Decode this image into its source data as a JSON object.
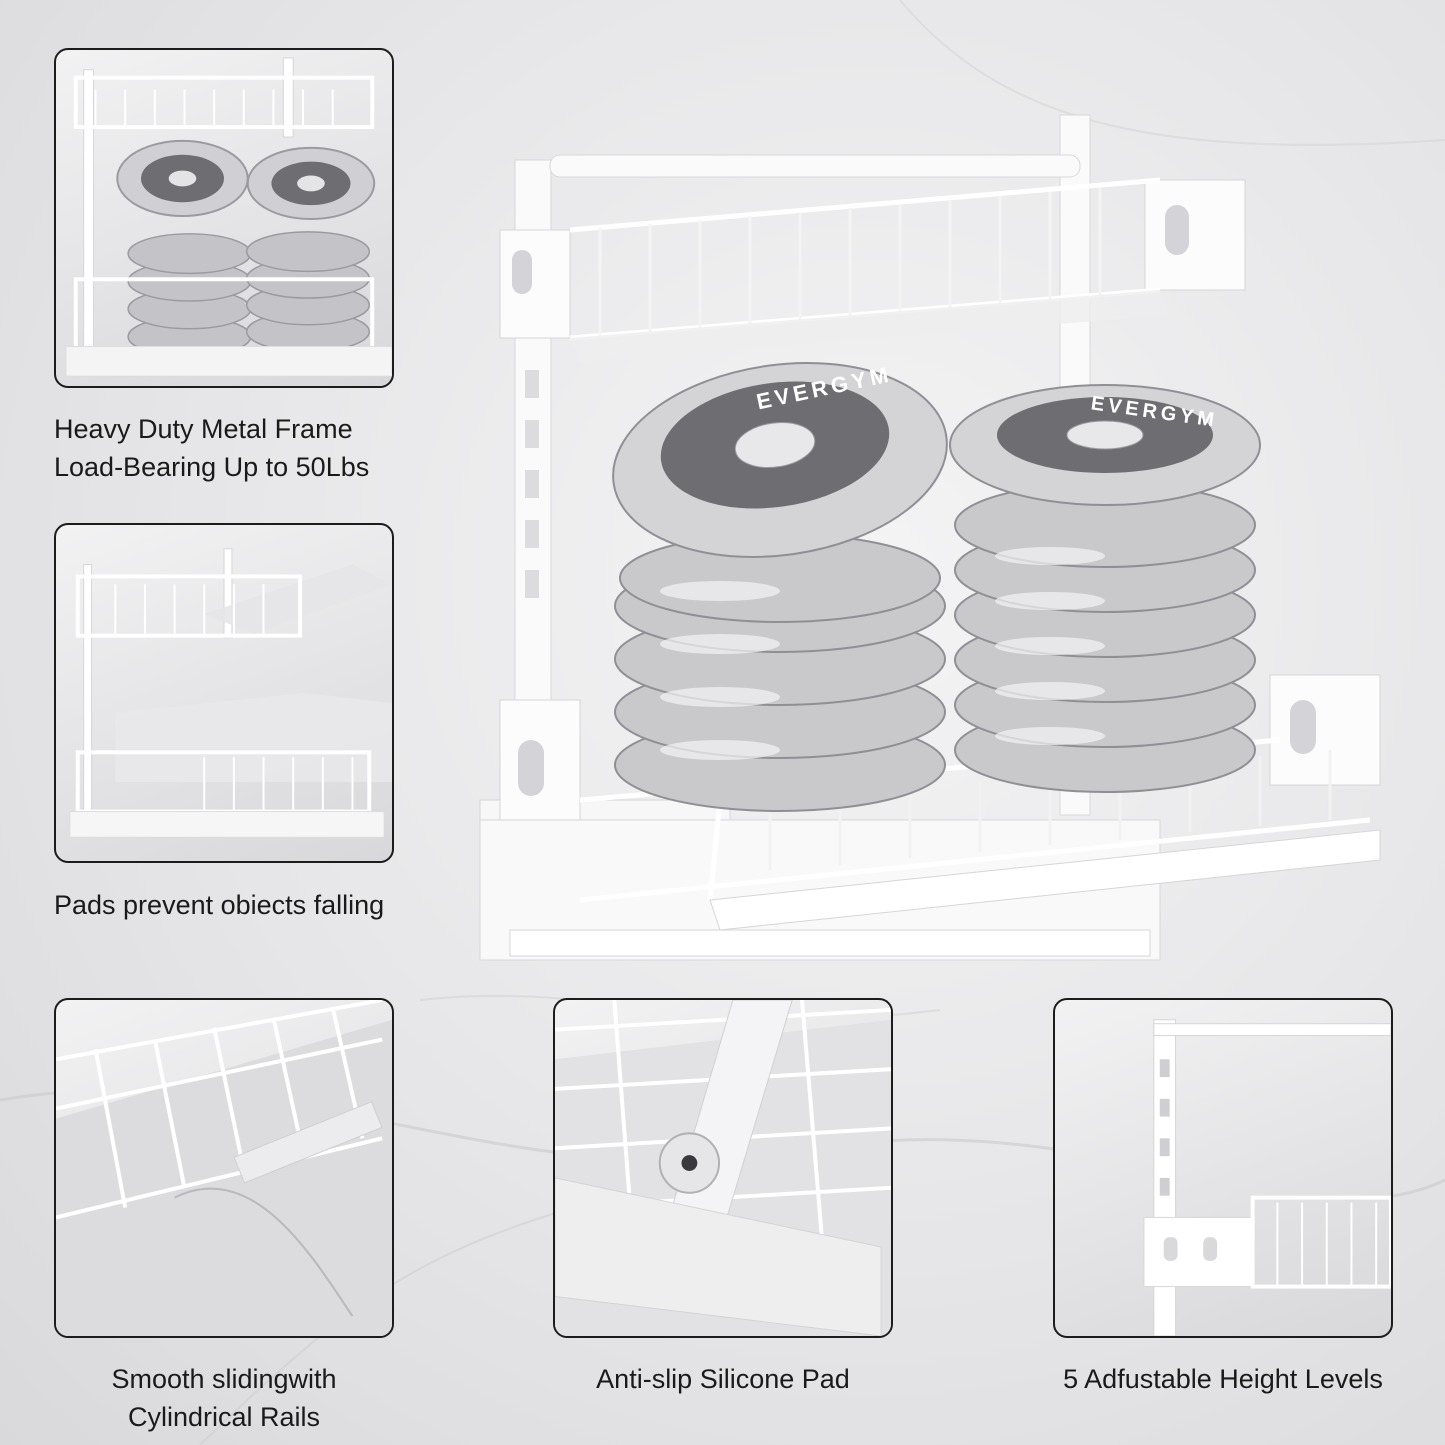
{
  "features": [
    {
      "id": "frame",
      "line1": "Heavy Duty Metal Frame",
      "line2": "Load-Bearing Up to 50Lbs"
    },
    {
      "id": "pads",
      "line1": "Pads prevent obiects falling"
    },
    {
      "id": "rails",
      "line1": "Smooth slidingwith",
      "line2": "Cylindrical Rails"
    },
    {
      "id": "silicone",
      "line1": "Anti-slip Silicone Pad"
    },
    {
      "id": "height",
      "line1": "5 Adfustable Height Levels"
    }
  ],
  "product": {
    "plate_brand": "EVERGYM",
    "colors": {
      "frame": "#ffffff",
      "chrome": "#c9c9cc",
      "plate_face": "#6e6e72",
      "panel_border": "#1c1c1c"
    }
  }
}
